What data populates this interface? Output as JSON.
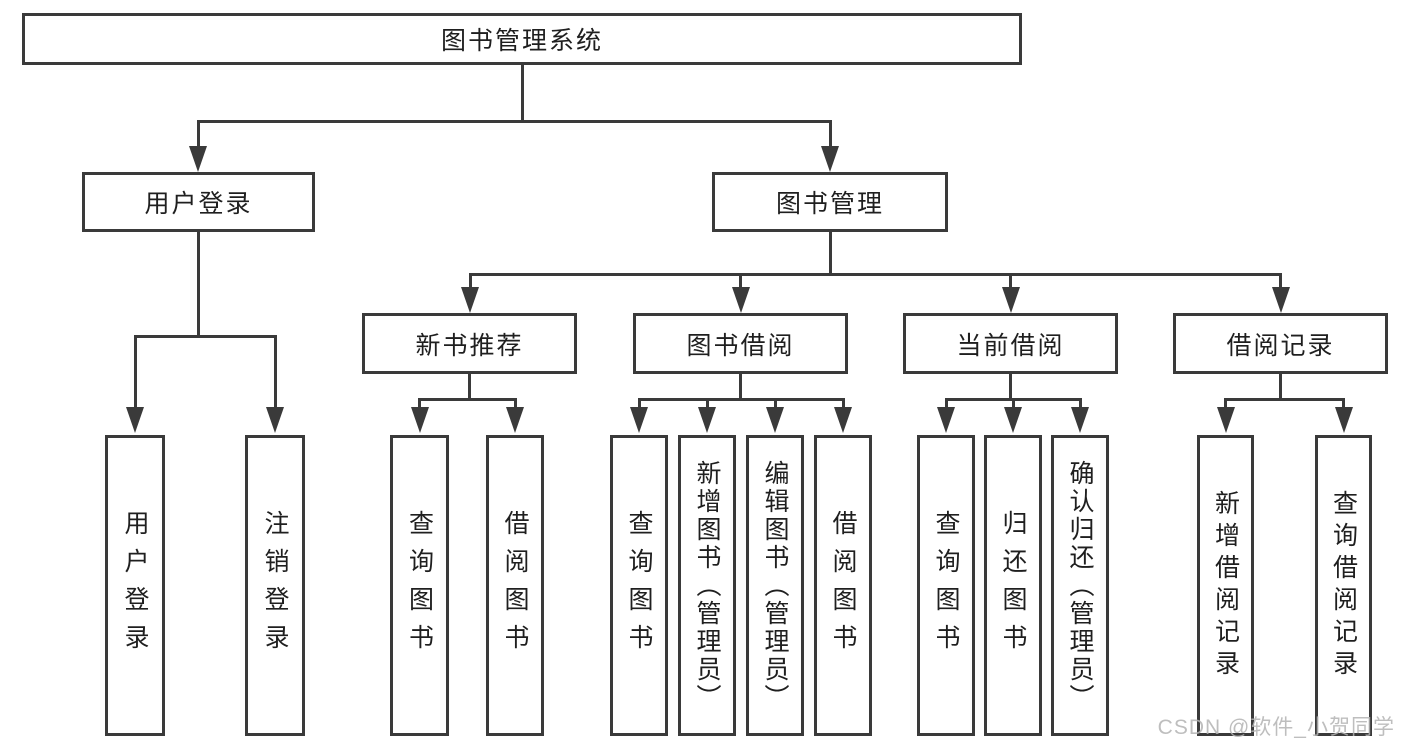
{
  "nodes": {
    "root": "图书管理系统",
    "user_login": "用户登录",
    "book_management": "图书管理",
    "new_book_recommend": "新书推荐",
    "book_borrow": "图书借阅",
    "current_borrow": "当前借阅",
    "borrow_records": "借阅记录",
    "leaves": {
      "user_login": "用户登录",
      "logout": "注销登录",
      "rec_query_book": "查询图书",
      "rec_borrow_book": "借阅图书",
      "bb_query_book": "查询图书",
      "bb_add_book": "新增图书（管理员）",
      "bb_edit_book": "编辑图书（管理员）",
      "bb_borrow_book": "借阅图书",
      "cb_query_book": "查询图书",
      "cb_return_book": "归还图书",
      "cb_confirm_return": "确认归还（管理员）",
      "br_add_record": "新增借阅记录",
      "br_query_record": "查询借阅记录"
    }
  },
  "watermark": "CSDN @软件_小贺同学",
  "colors": {
    "line": "#3a3a3a",
    "text": "#1f1f1f",
    "watermark": "#b3b3b3",
    "background": "#ffffff"
  }
}
